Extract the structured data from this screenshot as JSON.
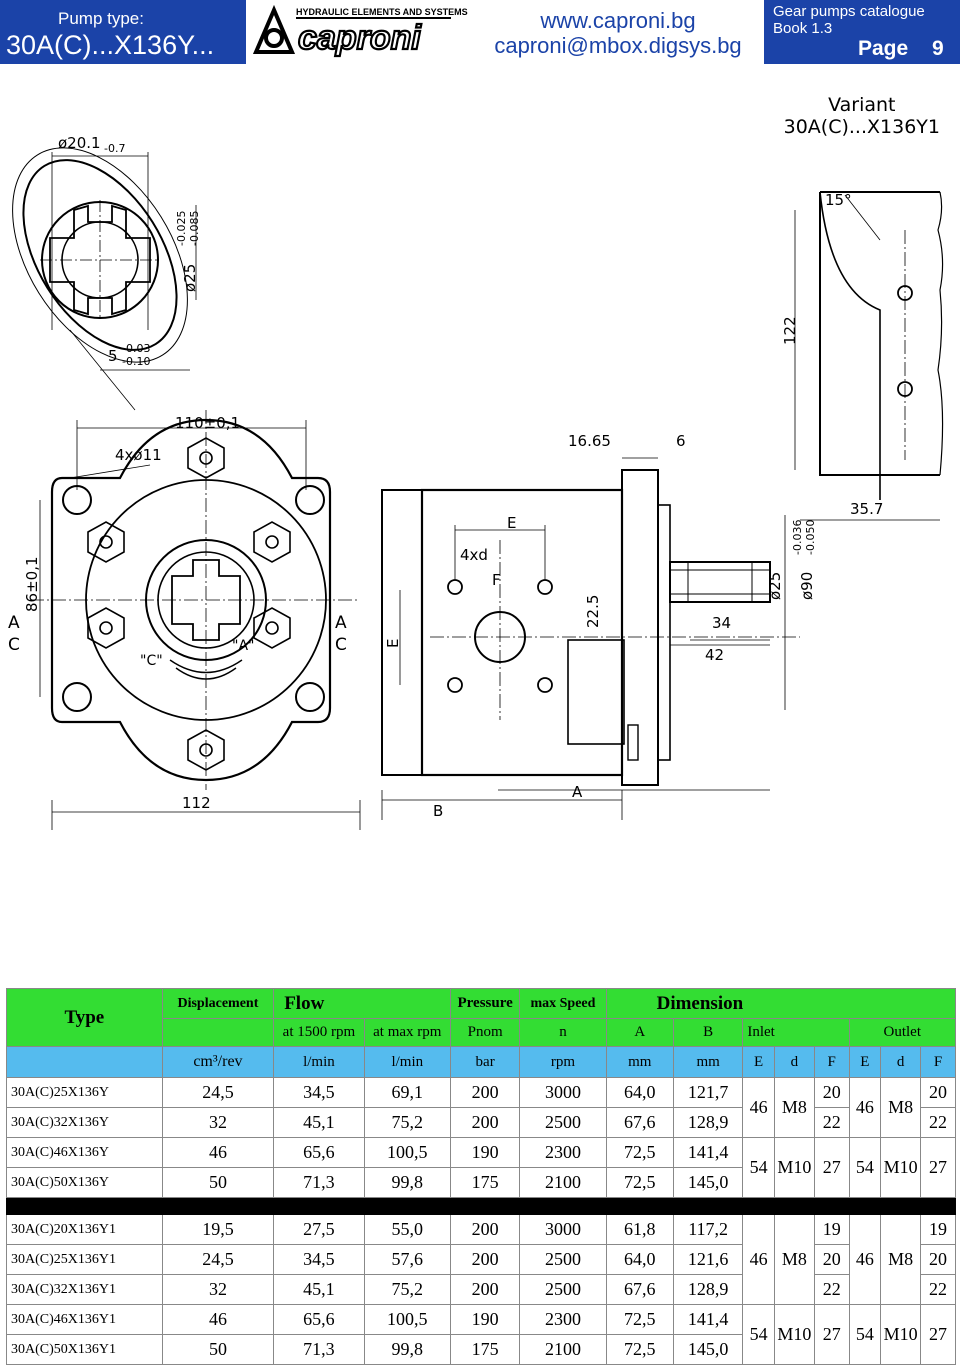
{
  "header": {
    "pump_type_label": "Pump type:",
    "pump_name": "30A(C)...X136Y...",
    "logo_tagline": "HYDRAULIC ELEMENTS AND SYSTEMS",
    "logo_name": "caproni",
    "website": "www.caproni.bg",
    "email": "caproni@mbox.digsys.bg",
    "catalogue": "Gear pumps catalogue",
    "book": "Book 1.3",
    "page_label": "Page",
    "page_number": "9",
    "brand_color": "#1b43a8"
  },
  "variant": {
    "label": "Variant",
    "name": "30A(C)...X136Y1"
  },
  "drawing": {
    "dims": {
      "shaft_dia": "ø20.1",
      "shaft_tol": "-0.7",
      "spline_dia": "ø25",
      "spline_tol1": "-0.025",
      "spline_tol2": "-0.085",
      "key": "5",
      "key_tol1": "-0.03",
      "key_tol2": "-0.10",
      "holes": "4xø11",
      "bolt_span": "110±0,1",
      "height": "86±0,1",
      "width": "112",
      "angle": "15°",
      "h122": "122",
      "d1665": "16.65",
      "d6": "6",
      "d357": "35.7",
      "e": "E",
      "xd": "4xd",
      "f": "F",
      "d225": "22.5",
      "d34": "34",
      "d42": "42",
      "shaft25": "ø25",
      "pilot": "ø90",
      "pilot_tol1": "-0.036",
      "pilot_tol2": "-0.050",
      "a": "A",
      "b": "B",
      "arrow_a": "A",
      "arrow_c": "C",
      "rot_c": "\"C\"",
      "rot_a": "\"A\""
    }
  },
  "table": {
    "h1": {
      "type": "Type",
      "displacement": "Displacement",
      "flow": "Flow",
      "pressure": "Pressure",
      "speed": "max Speed",
      "dimension": "Dimension"
    },
    "h2": {
      "at1500": "at 1500 rpm",
      "atmax": "at max rpm",
      "pnom": "Pnom",
      "n": "n",
      "a": "A",
      "b": "B",
      "inlet": "Inlet",
      "outlet": "Outlet"
    },
    "h3": {
      "cm": "cm³/rev",
      "lmin1": "l/min",
      "lmin2": "l/min",
      "bar": "bar",
      "rpm": "rpm",
      "mm1": "mm",
      "mm2": "mm",
      "e1": "E",
      "d1": "d",
      "f1": "F",
      "e2": "E",
      "d2": "d",
      "f2": "F"
    },
    "group1": [
      {
        "type": "30A(C)25X136Y",
        "disp": "24,5",
        "f1500": "34,5",
        "fmax": "69,1",
        "p": "200",
        "n": "3000",
        "a": "64,0",
        "b": "121,7"
      },
      {
        "type": "30A(C)32X136Y",
        "disp": "32",
        "f1500": "45,1",
        "fmax": "75,2",
        "p": "200",
        "n": "2500",
        "a": "67,6",
        "b": "128,9"
      },
      {
        "type": "30A(C)46X136Y",
        "disp": "46",
        "f1500": "65,6",
        "fmax": "100,5",
        "p": "190",
        "n": "2300",
        "a": "72,5",
        "b": "141,4"
      },
      {
        "type": "30A(C)50X136Y",
        "disp": "50",
        "f1500": "71,3",
        "fmax": "99,8",
        "p": "175",
        "n": "2100",
        "a": "72,5",
        "b": "145,0"
      }
    ],
    "group1_dims": {
      "m8": {
        "e": "46",
        "d": "M8",
        "f_a": "20",
        "f_b": "22"
      },
      "m10": {
        "e": "54",
        "d": "M10",
        "f": "27"
      }
    },
    "group2": [
      {
        "type": "30A(C)20X136Y1",
        "disp": "19,5",
        "f1500": "27,5",
        "fmax": "55,0",
        "p": "200",
        "n": "3000",
        "a": "61,8",
        "b": "117,2"
      },
      {
        "type": "30A(C)25X136Y1",
        "disp": "24,5",
        "f1500": "34,5",
        "fmax": "57,6",
        "p": "200",
        "n": "2500",
        "a": "64,0",
        "b": "121,6"
      },
      {
        "type": "30A(C)32X136Y1",
        "disp": "32",
        "f1500": "45,1",
        "fmax": "75,2",
        "p": "200",
        "n": "2500",
        "a": "67,6",
        "b": "128,9"
      },
      {
        "type": "30A(C)46X136Y1",
        "disp": "46",
        "f1500": "65,6",
        "fmax": "100,5",
        "p": "190",
        "n": "2300",
        "a": "72,5",
        "b": "141,4"
      },
      {
        "type": "30A(C)50X136Y1",
        "disp": "50",
        "f1500": "71,3",
        "fmax": "99,8",
        "p": "175",
        "n": "2100",
        "a": "72,5",
        "b": "145,0"
      }
    ],
    "group2_dims": {
      "m8": {
        "e": "46",
        "d": "M8",
        "f_a": "19",
        "f_b": "20",
        "f_c": "22"
      },
      "m10": {
        "e": "54",
        "d": "M10",
        "f": "27"
      }
    }
  }
}
